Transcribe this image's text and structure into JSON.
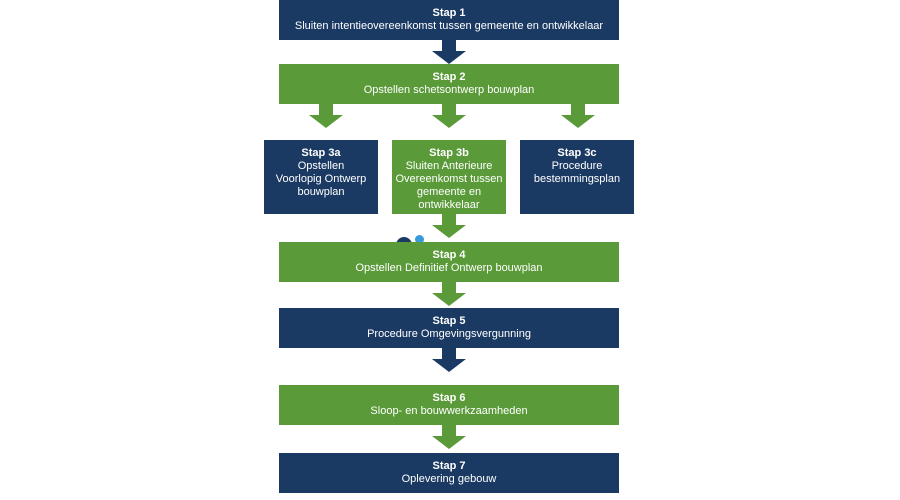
{
  "steps": {
    "s1": {
      "title": "Stap 1",
      "lines": [
        "Sluiten intentieovereenkomst tussen gemeente en ontwikkelaar"
      ]
    },
    "s2": {
      "title": "Stap 2",
      "lines": [
        "Opstellen schetsontwerp bouwplan"
      ]
    },
    "s3a": {
      "title": "Stap 3a",
      "lines": [
        "Opstellen",
        "Voorlopig Ontwerp",
        "bouwplan"
      ]
    },
    "s3b": {
      "title": "Stap 3b",
      "lines": [
        "Sluiten Anterieure",
        "Overeenkomst tussen",
        "gemeente en",
        "ontwikkelaar"
      ]
    },
    "s3c": {
      "title": "Stap 3c",
      "lines": [
        "Procedure",
        "bestemmingsplan"
      ]
    },
    "s4": {
      "title": "Stap 4",
      "lines": [
        "Opstellen Definitief Ontwerp bouwplan"
      ]
    },
    "s5": {
      "title": "Stap 5",
      "lines": [
        "Procedure Omgevingsvergunning"
      ]
    },
    "s6": {
      "title": "Stap 6",
      "lines": [
        "Sloop- en bouwwerkzaamheden"
      ]
    },
    "s7": {
      "title": "Stap 7",
      "lines": [
        "Oplevering gebouw"
      ]
    }
  },
  "colors": {
    "navy": "#1b3a63",
    "green": "#5a9a39",
    "accent_blue": "#3a9ad9"
  }
}
